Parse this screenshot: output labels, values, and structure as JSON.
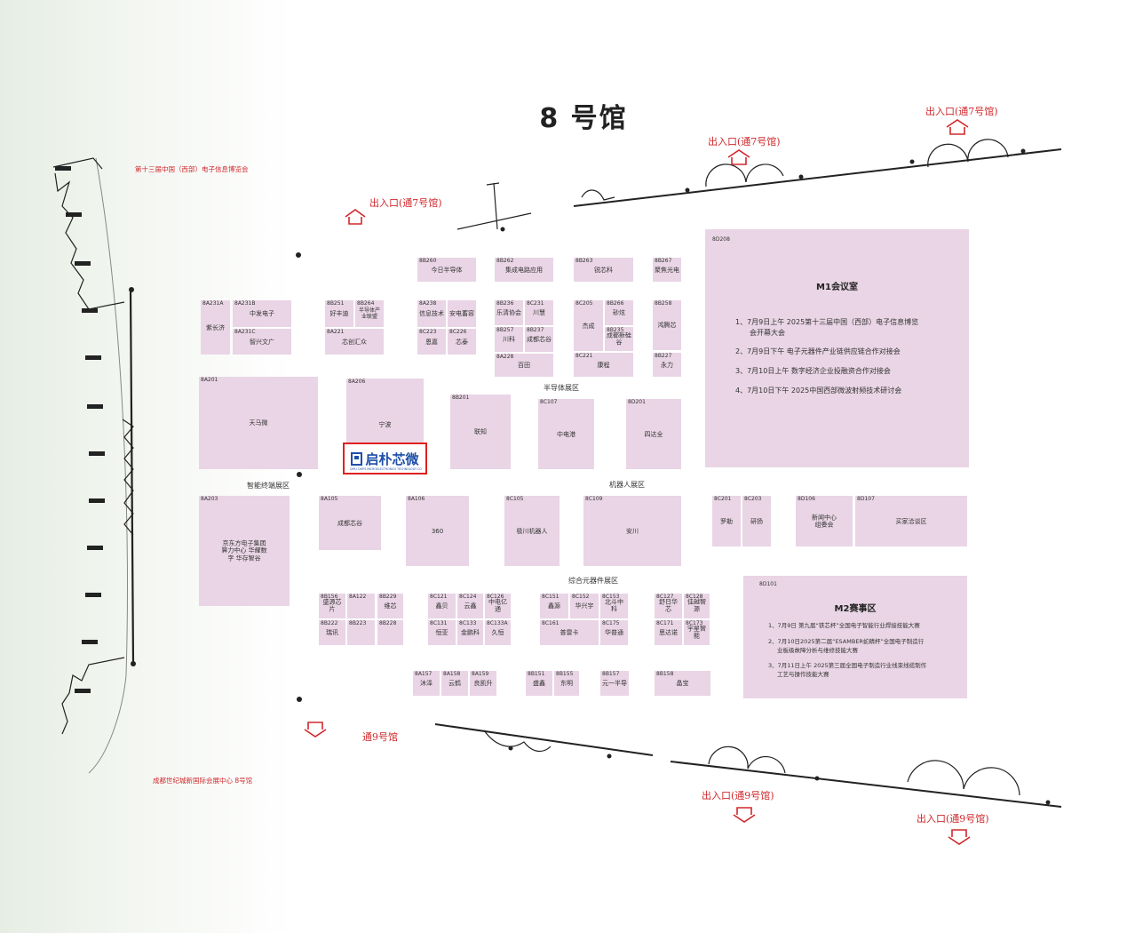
{
  "hall": {
    "title": "8 号馆"
  },
  "expo_name": "第十三届中国（西部）电子信息博览会",
  "venue": "成都世纪城新国际会展中心 8号馆",
  "entrances": {
    "top_left": "出入口(通7号馆)",
    "top_mid": "出入口(通7号馆)",
    "top_right": "出入口(通7号馆)",
    "bottom_left": "通9号馆",
    "bottom_mid": "出入口(通9号馆)",
    "bottom_right": "出入口(通9号馆)"
  },
  "zones": {
    "smart_terminal": "智能终端展区",
    "semiconductor": "半导体展区",
    "robot": "机器人展区",
    "components": "综合元器件展区"
  },
  "highlight": {
    "logo_text": "启朴芯微",
    "logo_sub": "QIPU CHIPS MICROELECTRONICS TECHNOLOGY CO.,LTD"
  },
  "booths": {
    "b8A231A": {
      "code": "8A231A",
      "name": "紫长济"
    },
    "b8A231B": {
      "code": "8A231B",
      "name": "中发电子"
    },
    "b8A231C": {
      "code": "8A231C",
      "name": "智兴文广"
    },
    "b8B251": {
      "code": "8B251",
      "name": "好丰迪"
    },
    "b8B264": {
      "code": "8B264",
      "name": "半导体产业联盟"
    },
    "b8A221": {
      "code": "8A221",
      "name": "芯创汇众"
    },
    "b8A238": {
      "code": "8A238",
      "name": "信息技术"
    },
    "b8A238b": {
      "code": "",
      "name": "安电蓄容"
    },
    "b8C223": {
      "code": "8C223",
      "name": "恩嘉"
    },
    "b8C226": {
      "code": "8C226",
      "name": "芯泰"
    },
    "b8B260": {
      "code": "8B260",
      "name": "今日半导体"
    },
    "b8B262": {
      "code": "8B262",
      "name": "集成电路应用"
    },
    "b8B236": {
      "code": "8B236",
      "name": "乐清协会"
    },
    "b8C231": {
      "code": "8C231",
      "name": "川慧"
    },
    "b8B257": {
      "code": "8B257",
      "name": "川科"
    },
    "b8B237": {
      "code": "8B237",
      "name": "成都芯谷"
    },
    "b8A228": {
      "code": "8A228",
      "name": "百田"
    },
    "b8B263": {
      "code": "8B263",
      "name": "锐芯科"
    },
    "b8C205": {
      "code": "8C205",
      "name": "杰成"
    },
    "b8B266": {
      "code": "8B266",
      "name": "砂炫"
    },
    "b8B235": {
      "code": "8B235",
      "name": "成都新硅谷"
    },
    "b8C221": {
      "code": "8C221",
      "name": "康程"
    },
    "b8B267": {
      "code": "8B267",
      "name": "聚焦光电"
    },
    "b8B258": {
      "code": "8B258",
      "name": "鸿腾芯"
    },
    "b8B227": {
      "code": "8B227",
      "name": "永力"
    },
    "b8A201": {
      "code": "8A201",
      "name": "天马微"
    },
    "b8A206": {
      "code": "8A206",
      "name": "宁波"
    },
    "b8B201": {
      "code": "8B201",
      "name": "联知"
    },
    "b8C107": {
      "code": "8C107",
      "name": "中电港"
    },
    "b8D201": {
      "code": "8D201",
      "name": "四达全"
    },
    "b8D208": {
      "code": "8D208",
      "name": ""
    },
    "b8A203": {
      "code": "8A203",
      "name": "京东方电子集团 算力中心 华耀数字 华存智谷"
    },
    "b8A105": {
      "code": "8A105",
      "name": "成都芯谷"
    },
    "b8A106": {
      "code": "8A106",
      "name": "360"
    },
    "b8C105": {
      "code": "8C105",
      "name": "极川机器人"
    },
    "b8C109": {
      "code": "8C109",
      "name": "安川"
    },
    "b8C201": {
      "code": "8C201",
      "name": "罗勒"
    },
    "b8C203": {
      "code": "8C203",
      "name": "研扬"
    },
    "b8D106": {
      "code": "8D106",
      "name": "新闻中心 组委会"
    },
    "b8D107": {
      "code": "8D107",
      "name": "买家洽谈区"
    },
    "b8B156": {
      "code": "8B156",
      "name": "盛源芯片"
    },
    "b8A122": {
      "code": "8A122",
      "name": ""
    },
    "b8B229": {
      "code": "8B229",
      "name": "维芯"
    },
    "b8B222": {
      "code": "8B222",
      "name": "瑞讯"
    },
    "b8B223": {
      "code": "8B223",
      "name": ""
    },
    "b8B228": {
      "code": "8B228",
      "name": ""
    },
    "b8C121": {
      "code": "8C121",
      "name": "鑫贝"
    },
    "b8C124": {
      "code": "8C124",
      "name": "云鑫"
    },
    "b8C126": {
      "code": "8C126",
      "name": "中电亿通"
    },
    "b8C131": {
      "code": "8C131",
      "name": "恒亚"
    },
    "b8C133": {
      "code": "8C133",
      "name": "金鹏科"
    },
    "b8C133A": {
      "code": "8C133A",
      "name": "久恒"
    },
    "b8C151": {
      "code": "8C151",
      "name": "鑫源"
    },
    "b8C152": {
      "code": "8C152",
      "name": "华兴宇"
    },
    "b8C153": {
      "code": "8C153",
      "name": "北斗中科"
    },
    "b8C161": {
      "code": "8C161",
      "name": "普雷卡"
    },
    "b8C175": {
      "code": "8C175",
      "name": "华普通"
    },
    "b8C127": {
      "code": "8C127",
      "name": "舒日华芯"
    },
    "b8C128": {
      "code": "8C128",
      "name": "佳越智源"
    },
    "b8C171": {
      "code": "8C171",
      "name": "思达诺"
    },
    "b8C173": {
      "code": "8C173",
      "name": "宇星智能"
    },
    "b8A157": {
      "code": "8A157",
      "name": "沐泽"
    },
    "b8A158": {
      "code": "8A158",
      "name": "云鹤"
    },
    "b8A159": {
      "code": "8A159",
      "name": "良凯升"
    },
    "b8B151": {
      "code": "8B151",
      "name": "盛鑫"
    },
    "b8B155": {
      "code": "8B155",
      "name": "东明"
    },
    "b8B157": {
      "code": "8B157",
      "name": "元一半导"
    },
    "b8B158": {
      "code": "8B158",
      "name": "晶宝"
    },
    "b8D101": {
      "code": "8D101",
      "name": ""
    }
  },
  "m1": {
    "title": "M1会议室",
    "items": [
      "1、7月9日上午 2025第十三届中国（西部）电子信息博览",
      "会开幕大会",
      "2、7月9日下午 电子元器件产业链供应链合作对接会",
      "3、7月10日上午 数字经济企业投融资合作对接会",
      "4、7月10日下午 2025中国西部微波射频技术研讨会"
    ]
  },
  "m2": {
    "title": "M2赛事区",
    "items": [
      "1、7月9日 第九届“铁芯杯”全国电子智能行业焊接技能大赛",
      "2、7月10日2025第二届“ESAMBER蛇精杯”全国电子制造行",
      "业板级故障分析与维修技能大赛",
      "3、7月11日上午 2025第三届全国电子制造行业线束线缆制作",
      "工艺与操作技能大赛"
    ]
  }
}
